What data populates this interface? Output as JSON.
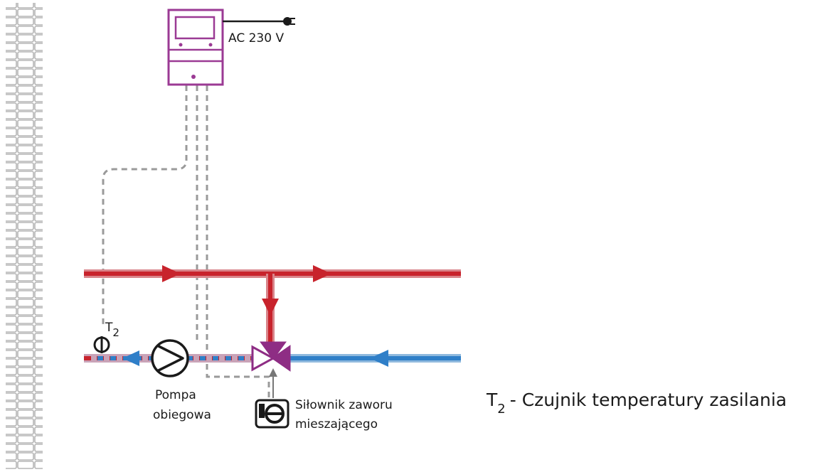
{
  "controller": {
    "power_label": "AC 230 V"
  },
  "sensor": {
    "main": "T",
    "sub": "2"
  },
  "pump": {
    "line1": "Pompa",
    "line2": "obiegowa"
  },
  "actuator": {
    "line1": "Siłownik zaworu",
    "line2": "mieszającego"
  },
  "legend": {
    "symbol_main": "T",
    "symbol_sub": "2",
    "text": "- Czujnik temperatury zasilania"
  },
  "colors": {
    "supply_pipe": "#c8232c",
    "return_pipe": "#2f7fc8",
    "controller": "#9b3a94",
    "valve": "#8e2d84",
    "wiring": "#9a9a9a",
    "wall": "#b8b8b8"
  }
}
